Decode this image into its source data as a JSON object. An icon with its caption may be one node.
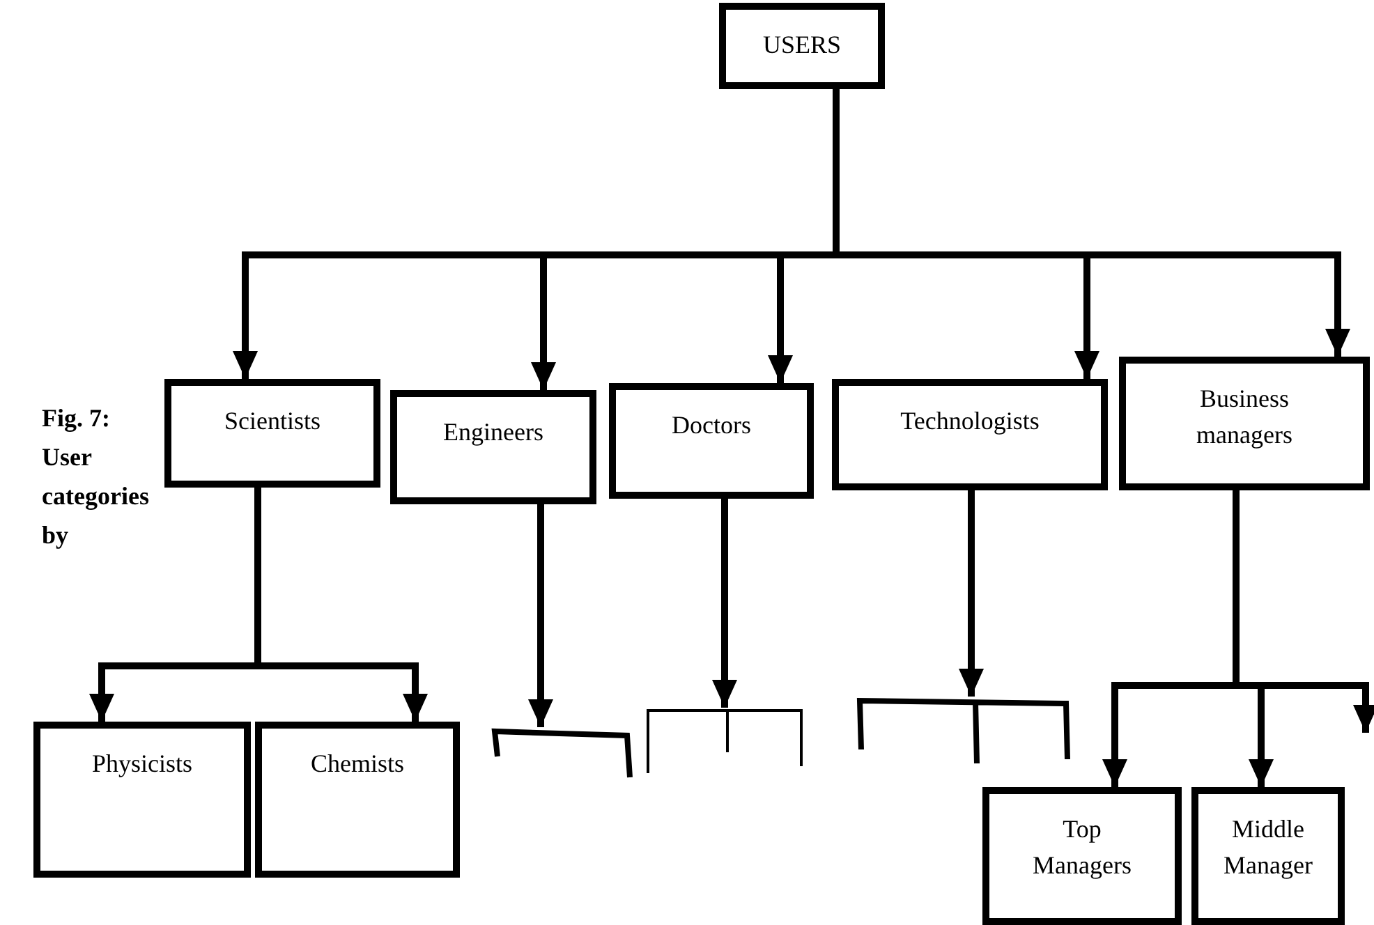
{
  "diagram": {
    "caption": "Fig. 7: User categories by",
    "nodes": [
      {
        "text": [
          "USERS"
        ]
      },
      {
        "text": [
          "Scientists"
        ]
      },
      {
        "text": [
          "Engineers"
        ]
      },
      {
        "text": [
          "Doctors"
        ]
      },
      {
        "text": [
          "Technologists"
        ]
      },
      {
        "text": [
          "Business managers"
        ]
      },
      {
        "text": [
          "Physicists"
        ]
      },
      {
        "text": [
          "Chemists"
        ]
      },
      {
        "text": [
          "Top Managers"
        ]
      },
      {
        "text": [
          "Middle Manager"
        ]
      },
      {
        "text": [],
        "shape": "bracket"
      },
      {
        "text": [],
        "shape": "bracket"
      },
      {
        "text": [],
        "shape": "bracket"
      }
    ],
    "edges": [
      {
        "from": 0,
        "to": 1,
        "arrow": "to"
      },
      {
        "from": 0,
        "to": 2,
        "arrow": "to"
      },
      {
        "from": 0,
        "to": 3,
        "arrow": "to"
      },
      {
        "from": 0,
        "to": 4,
        "arrow": "to"
      },
      {
        "from": 0,
        "to": 5,
        "arrow": "to"
      },
      {
        "from": 1,
        "to": 6,
        "arrow": "to"
      },
      {
        "from": 1,
        "to": 7,
        "arrow": "to"
      },
      {
        "from": 2,
        "to": 10,
        "arrow": "to"
      },
      {
        "from": 3,
        "to": 11,
        "arrow": "to"
      },
      {
        "from": 4,
        "to": 12,
        "arrow": "to"
      },
      {
        "from": 5,
        "to": 8,
        "arrow": "to"
      },
      {
        "from": 5,
        "to": 9,
        "arrow": "to"
      },
      {
        "from": 5,
        "to": null,
        "arrow": "to"
      }
    ]
  }
}
